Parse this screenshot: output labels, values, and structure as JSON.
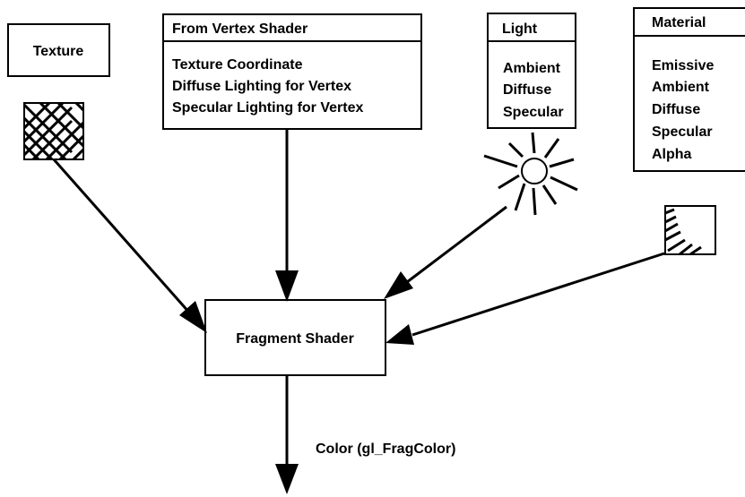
{
  "texture": {
    "title": "Texture"
  },
  "vertex_shader": {
    "title": "From Vertex Shader",
    "items": [
      "Texture Coordinate",
      "Diffuse Lighting for Vertex",
      "Specular Lighting for Vertex"
    ]
  },
  "light": {
    "title": "Light",
    "items": [
      "Ambient",
      "Diffuse",
      "Specular"
    ]
  },
  "material": {
    "title": "Material",
    "items": [
      "Emissive",
      "Ambient",
      "Diffuse",
      "Specular",
      "Alpha"
    ]
  },
  "fragment_shader": {
    "title": "Fragment Shader"
  },
  "output": {
    "label": "Color (gl_FragColor)"
  },
  "colors": {
    "stroke": "#000000",
    "background": "#ffffff"
  }
}
